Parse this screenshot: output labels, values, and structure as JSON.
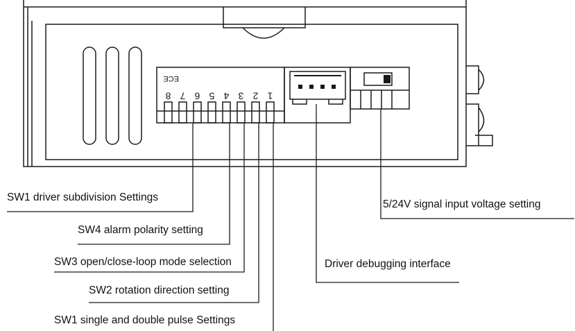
{
  "device": {
    "dip_switch_brand": "ECE",
    "dip_switch_numbers": [
      "8",
      "7",
      "6",
      "5",
      "4",
      "3",
      "2",
      "1"
    ]
  },
  "annotations": {
    "sw1_subdivision": "SW1 driver subdivision Settings",
    "sw4_alarm": "SW4 alarm polarity setting",
    "sw3_loop_mode": "SW3 open/close-loop mode selection",
    "sw2_direction": "SW2 rotation direction setting",
    "sw1_pulse": "SW1 single and double pulse Settings",
    "signal_voltage": "5/24V signal input voltage setting",
    "debug_interface": "Driver debugging interface"
  }
}
